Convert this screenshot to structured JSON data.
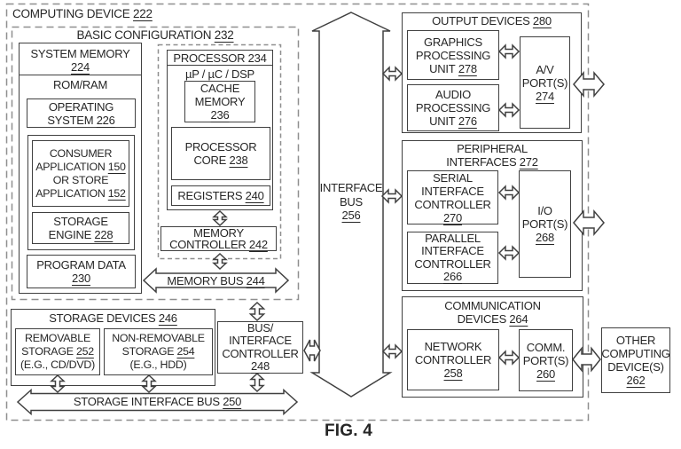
{
  "figure": {
    "caption": "FIG. 4"
  },
  "colors": {
    "line": "#404040",
    "dash": "#8f8f8f",
    "text": "#262626",
    "bg": "#ffffff"
  },
  "nodes": {
    "computing_device": {
      "lines": [
        {
          "text": "COMPUTING DEVICE",
          "ref": "222"
        }
      ]
    },
    "basic_configuration": {
      "lines": [
        {
          "text": "BASIC CONFIGURATION",
          "ref": "232"
        }
      ]
    },
    "system_memory": {
      "lines": [
        {
          "text": "SYSTEM MEMORY"
        },
        {
          "ref": "224"
        }
      ]
    },
    "rom_ram": {
      "lines": [
        {
          "text": "ROM/RAM"
        }
      ]
    },
    "operating_system": {
      "lines": [
        {
          "text": "OPERATING"
        },
        {
          "text": "SYSTEM",
          "ref": "226"
        }
      ]
    },
    "consumer_application": {
      "lines": [
        {
          "text": "CONSUMER"
        },
        {
          "text": "APPLICATION",
          "ref": "150"
        },
        {
          "text": "OR STORE"
        },
        {
          "text": "APPLICATION",
          "ref": "152"
        }
      ]
    },
    "storage_engine": {
      "lines": [
        {
          "text": "STORAGE"
        },
        {
          "text": "ENGINE",
          "ref": "228"
        }
      ]
    },
    "program_data": {
      "lines": [
        {
          "text": "PROGRAM DATA"
        },
        {
          "ref": "230"
        }
      ]
    },
    "processor": {
      "lines": [
        {
          "text": "PROCESSOR",
          "ref": "234"
        }
      ]
    },
    "processor_type": {
      "lines": [
        {
          "text": "µP / µC / DSP"
        }
      ]
    },
    "cache_memory": {
      "lines": [
        {
          "text": "CACHE"
        },
        {
          "text": "MEMORY"
        },
        {
          "ref": "236"
        }
      ]
    },
    "processor_core": {
      "lines": [
        {
          "text": "PROCESSOR"
        },
        {
          "text": "CORE",
          "ref": "238"
        }
      ]
    },
    "registers": {
      "lines": [
        {
          "text": "REGISTERS",
          "ref": "240"
        }
      ]
    },
    "memory_controller": {
      "lines": [
        {
          "text": "MEMORY"
        },
        {
          "text": "CONTROLLER",
          "ref": "242"
        }
      ]
    },
    "memory_bus": {
      "lines": [
        {
          "text": "MEMORY BUS",
          "ref": "244"
        }
      ]
    },
    "storage_devices": {
      "lines": [
        {
          "text": "STORAGE DEVICES",
          "ref": "246"
        }
      ]
    },
    "removable_storage": {
      "lines": [
        {
          "text": "REMOVABLE"
        },
        {
          "text": "STORAGE",
          "ref": "252"
        },
        {
          "text": "(E.G., CD/DVD)"
        }
      ]
    },
    "non_removable_storage": {
      "lines": [
        {
          "text": "NON-REMOVABLE"
        },
        {
          "text": "STORAGE",
          "ref": "254"
        },
        {
          "text": "(E.G., HDD)"
        }
      ]
    },
    "bus_interface_controller": {
      "lines": [
        {
          "text": "BUS/"
        },
        {
          "text": "INTERFACE"
        },
        {
          "text": "CONTROLLER"
        },
        {
          "ref": "248"
        }
      ]
    },
    "storage_interface_bus": {
      "lines": [
        {
          "text": "STORAGE INTERFACE BUS",
          "ref": "250"
        }
      ]
    },
    "interface_bus": {
      "lines": [
        {
          "text": "INTERFACE"
        },
        {
          "text": "BUS"
        },
        {
          "ref": "256"
        }
      ]
    },
    "output_devices": {
      "lines": [
        {
          "text": "OUTPUT DEVICES",
          "ref": "280"
        }
      ]
    },
    "graphics_processing_unit": {
      "lines": [
        {
          "text": "GRAPHICS"
        },
        {
          "text": "PROCESSING"
        },
        {
          "text": "UNIT",
          "ref": "278"
        }
      ]
    },
    "audio_processing_unit": {
      "lines": [
        {
          "text": "AUDIO"
        },
        {
          "text": "PROCESSING"
        },
        {
          "text": "UNIT",
          "ref": "276"
        }
      ]
    },
    "av_ports": {
      "lines": [
        {
          "text": "A/V"
        },
        {
          "text": "PORT(S)"
        },
        {
          "ref": "274"
        }
      ]
    },
    "peripheral_interfaces": {
      "lines": [
        {
          "text": "PERIPHERAL"
        },
        {
          "text": "INTERFACES",
          "ref": "272"
        }
      ]
    },
    "serial_interface_controller": {
      "lines": [
        {
          "text": "SERIAL"
        },
        {
          "text": "INTERFACE"
        },
        {
          "text": "CONTROLLER"
        },
        {
          "ref": "270"
        }
      ]
    },
    "parallel_interface_controller": {
      "lines": [
        {
          "text": "PARALLEL"
        },
        {
          "text": "INTERFACE"
        },
        {
          "text": "CONTROLLER"
        },
        {
          "ref": "266"
        }
      ]
    },
    "io_ports": {
      "lines": [
        {
          "text": "I/O"
        },
        {
          "text": "PORT(S)"
        },
        {
          "ref": "268"
        }
      ]
    },
    "communication_devices": {
      "lines": [
        {
          "text": "COMMUNICATION"
        },
        {
          "text": "DEVICES",
          "ref": "264"
        }
      ]
    },
    "network_controller": {
      "lines": [
        {
          "text": "NETWORK"
        },
        {
          "text": "CONTROLLER"
        },
        {
          "ref": "258"
        }
      ]
    },
    "comm_ports": {
      "lines": [
        {
          "text": "COMM."
        },
        {
          "text": "PORT(S)"
        },
        {
          "ref": "260"
        }
      ]
    },
    "other_computing_devices": {
      "lines": [
        {
          "text": "OTHER"
        },
        {
          "text": "COMPUTING"
        },
        {
          "text": "DEVICE(S)"
        },
        {
          "ref": "262"
        }
      ]
    }
  }
}
